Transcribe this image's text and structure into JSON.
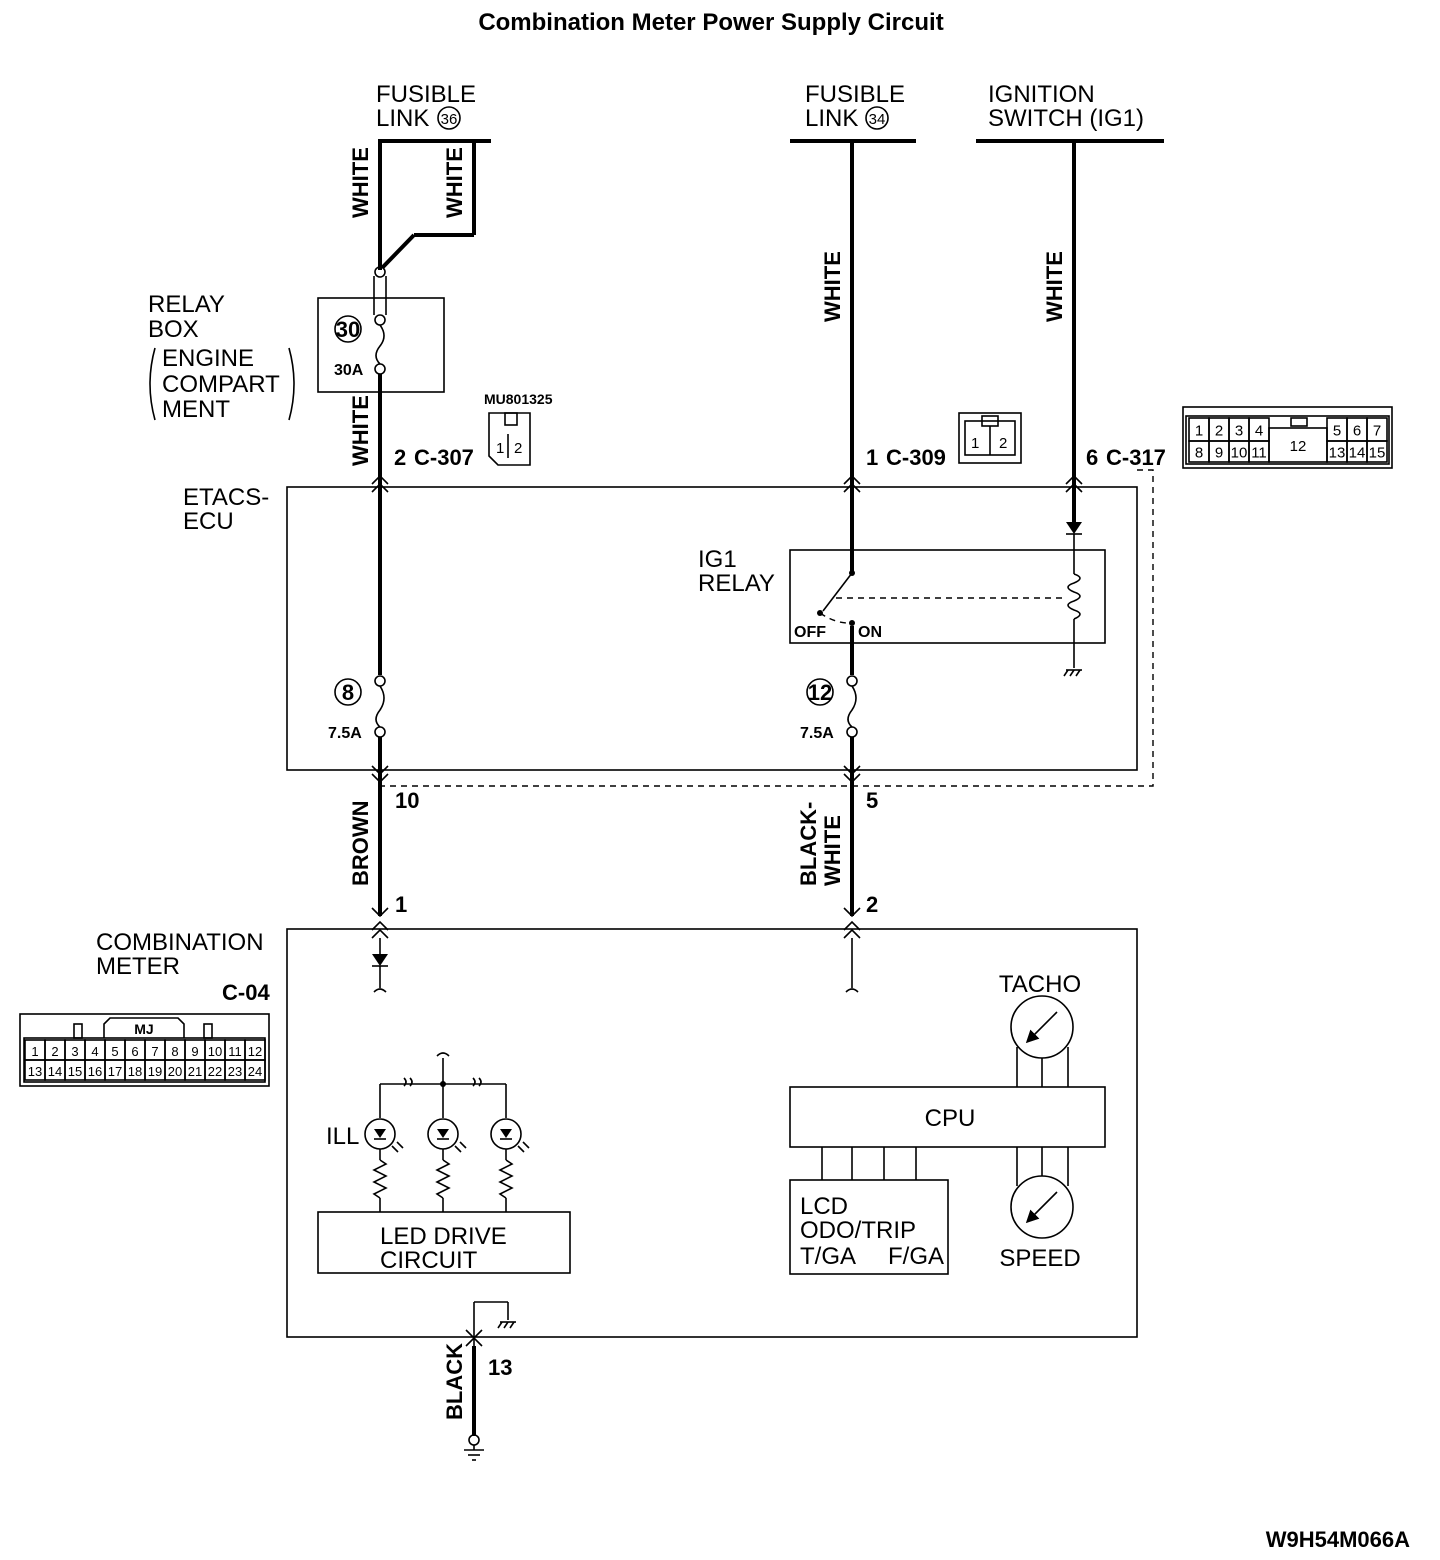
{
  "title": "Combination Meter Power Supply Circuit",
  "diagram_code": "W9H54M066A",
  "sources": {
    "fusible_link_36": {
      "line1": "FUSIBLE",
      "line2": "LINK",
      "num": "36"
    },
    "fusible_link_34": {
      "line1": "FUSIBLE",
      "line2": "LINK",
      "num": "34"
    },
    "ignition_switch": {
      "line1": "IGNITION",
      "line2": "SWITCH (IG1)"
    }
  },
  "relay_box": {
    "line1": "RELAY",
    "line2": "BOX",
    "sub1": "ENGINE",
    "sub2": "COMPART",
    "sub3": "MENT",
    "fuse_num": "30",
    "fuse_rating": "30A"
  },
  "connectors": {
    "c307": {
      "pin": "2",
      "name": "C-307",
      "part": "MU801325",
      "pins": [
        "1",
        "2"
      ]
    },
    "c309": {
      "pin": "1",
      "name": "C-309",
      "pins": [
        "1",
        "2"
      ]
    },
    "c317": {
      "pin": "6",
      "name": "C-317",
      "pins": [
        "1",
        "2",
        "3",
        "4",
        "5",
        "6",
        "7",
        "8",
        "9",
        "10",
        "11",
        "12",
        "13",
        "14",
        "15"
      ]
    },
    "c04": {
      "name": "C-04",
      "tag": "MJ",
      "pins": [
        "1",
        "2",
        "3",
        "4",
        "5",
        "6",
        "7",
        "8",
        "9",
        "10",
        "11",
        "12",
        "13",
        "14",
        "15",
        "16",
        "17",
        "18",
        "19",
        "20",
        "21",
        "22",
        "23",
        "24"
      ]
    }
  },
  "wires": {
    "white": "WHITE",
    "brown": "BROWN",
    "black_white_1": "BLACK-",
    "black_white_2": "WHITE",
    "black": "BLACK"
  },
  "etacs": {
    "line1": "ETACS-",
    "line2": "ECU",
    "relay_line1": "IG1",
    "relay_line2": "RELAY",
    "off": "OFF",
    "on": "ON",
    "fuse8_num": "8",
    "fuse8_rating": "7.5A",
    "fuse12_num": "12",
    "fuse12_rating": "7.5A",
    "out_pin_left": "10",
    "out_pin_right": "5"
  },
  "meter": {
    "line1": "COMBINATION",
    "line2": "METER",
    "pin_left": "1",
    "pin_right": "2",
    "pin_ground": "13",
    "ill": "ILL",
    "led_line1": "LED DRIVE",
    "led_line2": "CIRCUIT",
    "cpu": "CPU",
    "lcd_line1": "LCD",
    "lcd_line2": "ODO/TRIP",
    "lcd_line3a": "T/GA",
    "lcd_line3b": "F/GA",
    "tacho": "TACHO",
    "speed": "SPEED"
  }
}
